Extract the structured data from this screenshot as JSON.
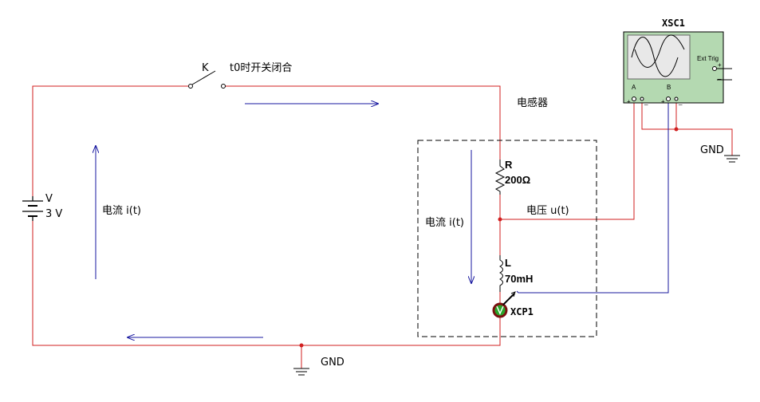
{
  "source": {
    "name": "V",
    "value": "3 V"
  },
  "switch": {
    "name": "K",
    "caption": "t0时开关闭合"
  },
  "resistor": {
    "name": "R",
    "value": "200Ω"
  },
  "inductor": {
    "name": "L",
    "value": "70mH"
  },
  "probe": {
    "name": "XCP1"
  },
  "oscilloscope": {
    "name": "XSC1",
    "ext_trig": "Ext Trig",
    "channel_a": "A",
    "channel_b": "B"
  },
  "labels": {
    "inductor_box": "电感器",
    "current_left": "电流 i(t)",
    "current_box": "电流 i(t)",
    "voltage": "电压 u(t)",
    "gnd_bottom": "GND",
    "gnd_scope": "GND"
  },
  "colors": {
    "wire": "#d11f1f",
    "probe_wire": "#1a1a9e",
    "arrow": "#1a1aa0",
    "scope_body": "#b4d9b1"
  }
}
